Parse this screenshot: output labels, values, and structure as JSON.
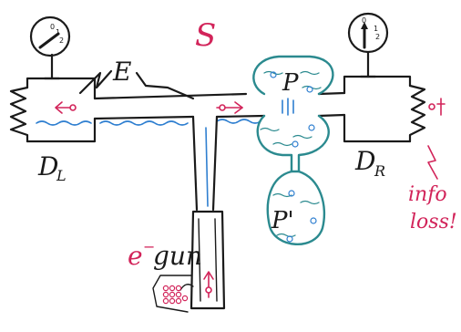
{
  "labels": {
    "system": "S",
    "pipe": "E",
    "detector_left": "D",
    "detector_left_sub": "L",
    "detector_right": "D",
    "detector_right_sub": "R",
    "piston_top": "P",
    "piston_bottom": "P'",
    "gun": "gun",
    "gun_prefix": "e",
    "gun_sup": "−",
    "info_line1": "info",
    "info_line2": "loss!"
  },
  "gauges": {
    "left": {
      "ticks": [
        "0",
        "1",
        "2"
      ],
      "needle": "2"
    },
    "right": {
      "ticks": [
        "0",
        "1",
        "2"
      ],
      "needle": "0"
    }
  },
  "colors": {
    "ink": "#1a1a1a",
    "accent_red": "#d2245a",
    "teal": "#2b8a8f",
    "water_blue": "#2f7fd0"
  }
}
